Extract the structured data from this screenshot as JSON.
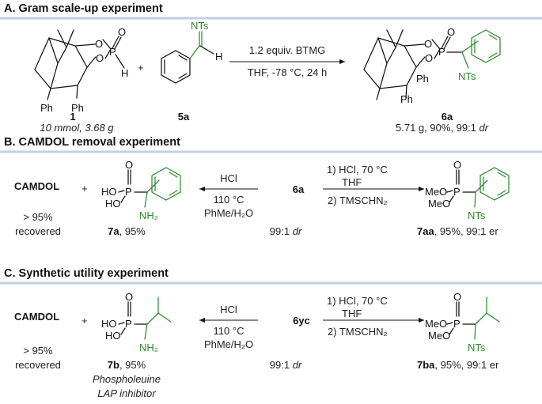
{
  "sections": {
    "a_title": "A. Gram scale-up experiment",
    "b_title": "B. CAMDOL removal experiment",
    "c_title": "C. Synthetic utility experiment"
  },
  "a": {
    "plus": "+",
    "sm1_label": "1",
    "sm1_amount": "10 mmol, 3.68 g",
    "sm2_label": "5a",
    "cond1": "1.2 equiv. BTMG",
    "cond2": "THF, -78 °C, 24 h",
    "prod_label": "6a",
    "prod_result": "5.71 g, 90%, 99:1",
    "prod_dr": "dr"
  },
  "b": {
    "camdol": "CAMDOL",
    "camdol_rec1": "> 95%",
    "camdol_rec2": "recovered",
    "plus": "+",
    "left_cond1": "HCl",
    "left_cond2": "110 °C",
    "left_cond3": "PhMe/H₂O",
    "center": "6a",
    "center_ratio": "99:1",
    "center_dr": "dr",
    "right_cond1": "1) HCl, 70 °C",
    "right_cond2": "THF",
    "right_cond3": "2) TMSCHN₂",
    "acid_label": "7a",
    "acid_yield": ", 95%",
    "ester_label": "7aa",
    "ester_yield": ", 95%, 99:1 er"
  },
  "c": {
    "camdol": "CAMDOL",
    "camdol_rec1": "> 95%",
    "camdol_rec2": "recovered",
    "plus": "+",
    "left_cond1": "HCl",
    "left_cond2": "110 °C",
    "left_cond3": "PhMe/H₂O",
    "center": "6yc",
    "center_ratio": "99:1",
    "center_dr": "dr",
    "right_cond1": "1) HCl, 70 °C",
    "right_cond2": "THF",
    "right_cond3": "2) TMSCHN₂",
    "acid_label": "7b",
    "acid_yield": ", 95%",
    "acid_name1": "Phospholeuine",
    "acid_name2": "LAP inhibitor",
    "ester_label": "7ba",
    "ester_yield": ", 95%, 99:1 er"
  },
  "atoms": {
    "O": "O",
    "P": "P",
    "H": "H",
    "Ph": "Ph",
    "NTs": "NTs",
    "NH2": "NH₂",
    "HO": "HO",
    "MeO": "MeO"
  },
  "colors": {
    "green": "#2e8b2e",
    "separator": "#c5cfe3"
  }
}
